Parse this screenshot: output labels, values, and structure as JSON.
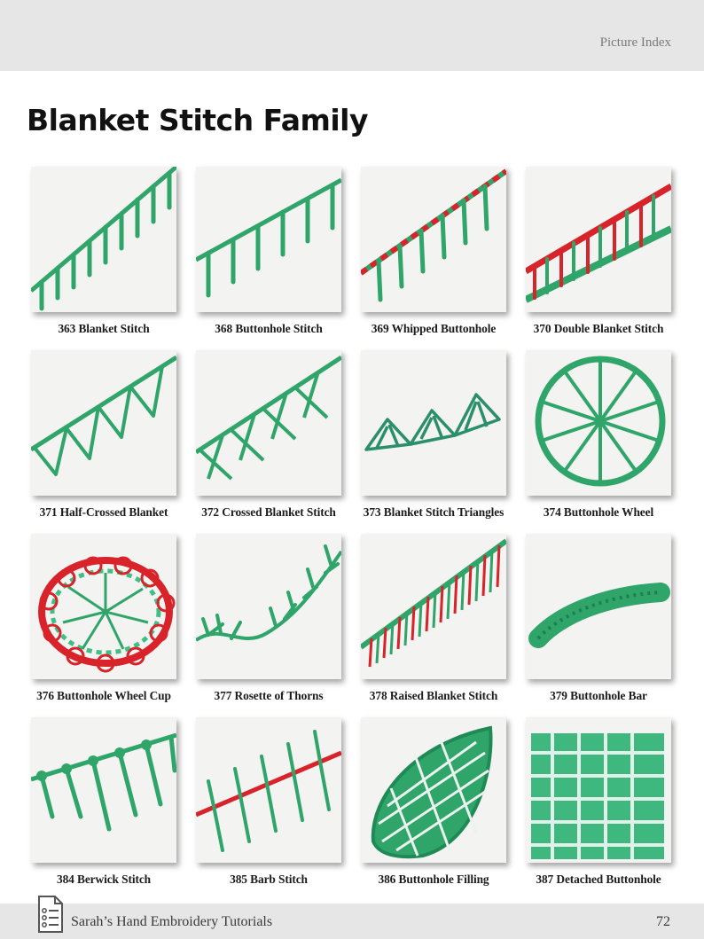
{
  "header": {
    "section_label": "Picture Index"
  },
  "page": {
    "title": "Blanket Stitch Family"
  },
  "colors": {
    "thread_green": "#2fa56a",
    "thread_red": "#d8232a",
    "fabric": "#f3f3f1",
    "bar": "#e6e6e6"
  },
  "stitches": [
    {
      "caption": "363 Blanket Stitch",
      "motif": "blanket-diagonal",
      "thread": "green"
    },
    {
      "caption": "368 Buttonhole Stitch",
      "motif": "buttonhole-diagonal",
      "thread": "green"
    },
    {
      "caption": "369 Whipped Buttonhole",
      "motif": "whipped-buttonhole",
      "thread": "green-red"
    },
    {
      "caption": "370 Double Blanket Stitch",
      "motif": "double-blanket",
      "thread": "green-red"
    },
    {
      "caption": "371 Half-Crossed Blanket",
      "motif": "half-crossed",
      "thread": "green"
    },
    {
      "caption": "372 Crossed Blanket Stitch",
      "motif": "crossed",
      "thread": "green"
    },
    {
      "caption": "373 Blanket Stitch Triangles",
      "motif": "triangles",
      "thread": "green"
    },
    {
      "caption": "374 Buttonhole Wheel",
      "motif": "wheel",
      "thread": "green"
    },
    {
      "caption": "376 Buttonhole Wheel Cup",
      "motif": "wheel-cup",
      "thread": "green-red"
    },
    {
      "caption": "377 Rosette of Thorns",
      "motif": "rosette-thorns",
      "thread": "green"
    },
    {
      "caption": "378 Raised Blanket Stitch",
      "motif": "raised-blanket",
      "thread": "green-red"
    },
    {
      "caption": "379 Buttonhole Bar",
      "motif": "bar",
      "thread": "green"
    },
    {
      "caption": "384 Berwick Stitch",
      "motif": "berwick",
      "thread": "green"
    },
    {
      "caption": "385 Barb Stitch",
      "motif": "barb",
      "thread": "green-red"
    },
    {
      "caption": "386 Buttonhole Filling",
      "motif": "filling-leaf",
      "thread": "green"
    },
    {
      "caption": "387 Detached Buttonhole",
      "motif": "detached-filling",
      "thread": "green"
    }
  ],
  "footer": {
    "book_title": "Sarah’s Hand Embroidery Tutorials",
    "page_number": "72",
    "icon": "book-list-icon"
  }
}
